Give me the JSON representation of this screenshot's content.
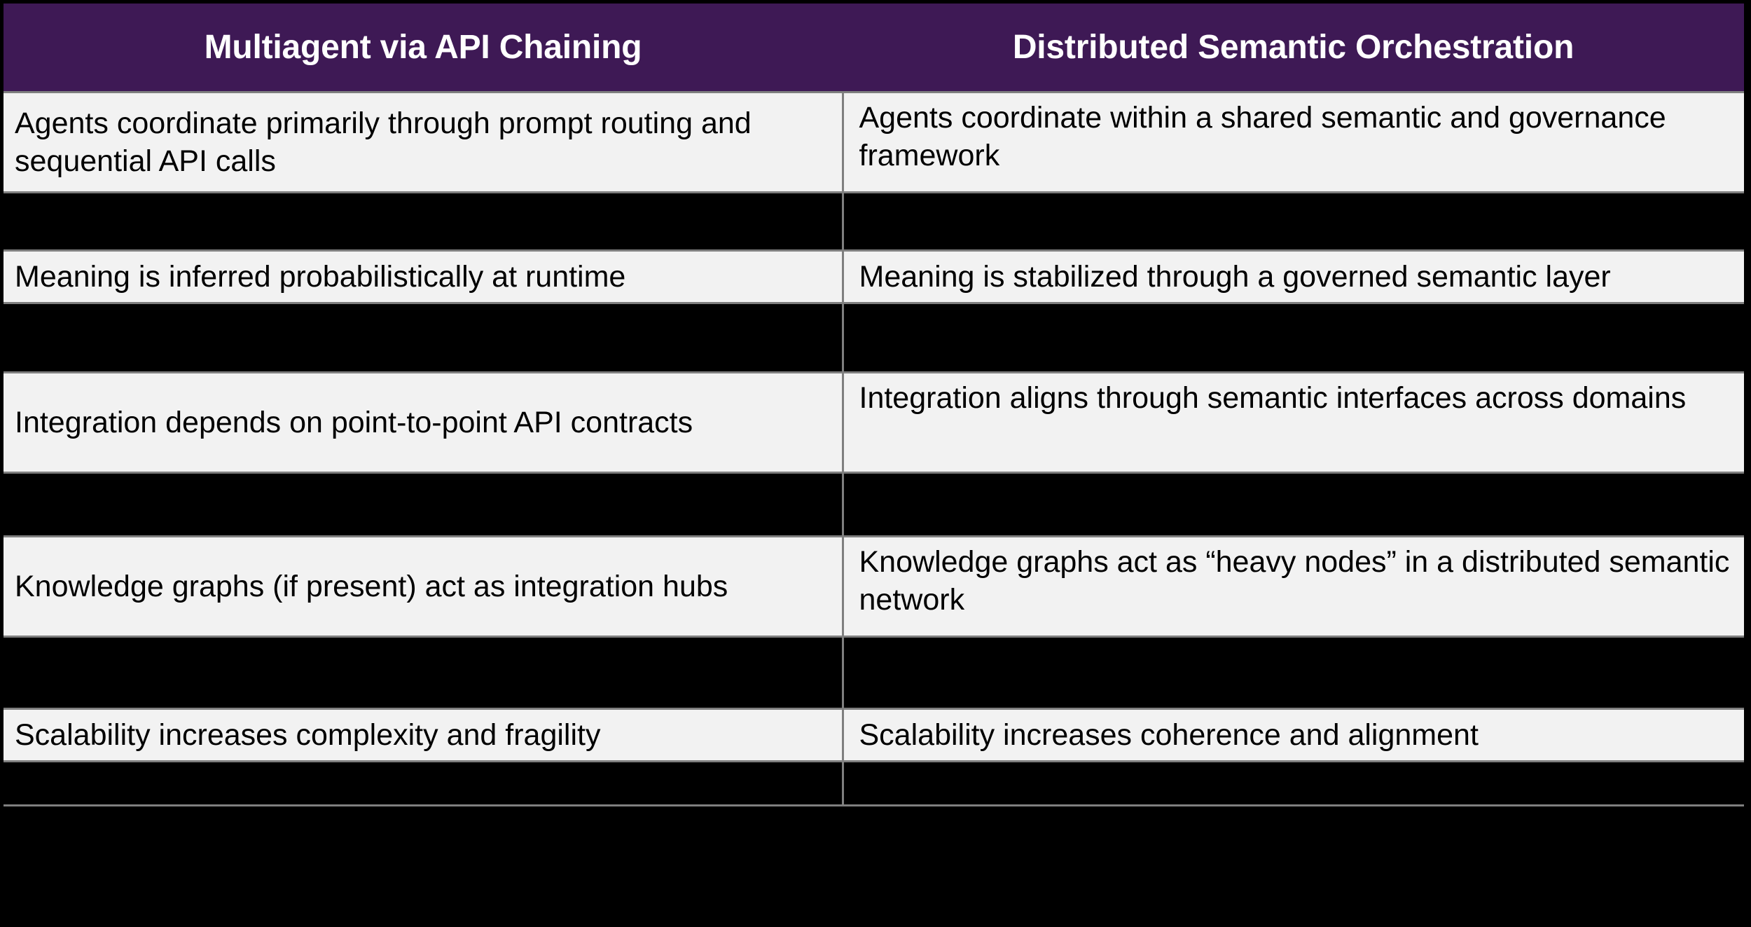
{
  "table": {
    "columns": [
      {
        "id": "multiagent",
        "header": "Multiagent via API Chaining"
      },
      {
        "id": "distributed",
        "header": "Distributed Semantic Orchestration"
      }
    ],
    "header_bg": "#3E1955",
    "header_fg": "#FFFFFF",
    "row_bg": "#F2F2F2",
    "spacer_bg": "#000000",
    "gridline": "#7F7F7F",
    "rows": [
      {
        "type": "content",
        "left": "Agents coordinate primarily through prompt routing and sequential API calls",
        "right": "Agents coordinate within a shared semantic and governance framework"
      },
      {
        "type": "spacer",
        "left": "",
        "right": ""
      },
      {
        "type": "content",
        "left": "Meaning is inferred probabilistically at runtime",
        "right": "Meaning is stabilized through a governed semantic layer"
      },
      {
        "type": "spacer",
        "left": "",
        "right": ""
      },
      {
        "type": "content",
        "left": "Integration depends on point-to-point API contracts",
        "right": "Integration aligns through semantic interfaces across domains"
      },
      {
        "type": "spacer",
        "left": "",
        "right": ""
      },
      {
        "type": "content",
        "left": "Knowledge graphs (if present) act as integration hubs",
        "right": "Knowledge graphs act as “heavy nodes” in a distributed semantic network"
      },
      {
        "type": "spacer",
        "left": "",
        "right": ""
      },
      {
        "type": "content",
        "left": "Scalability increases complexity and fragility",
        "right": "Scalability increases coherence and alignment"
      },
      {
        "type": "spacer",
        "left": "",
        "right": ""
      }
    ]
  }
}
